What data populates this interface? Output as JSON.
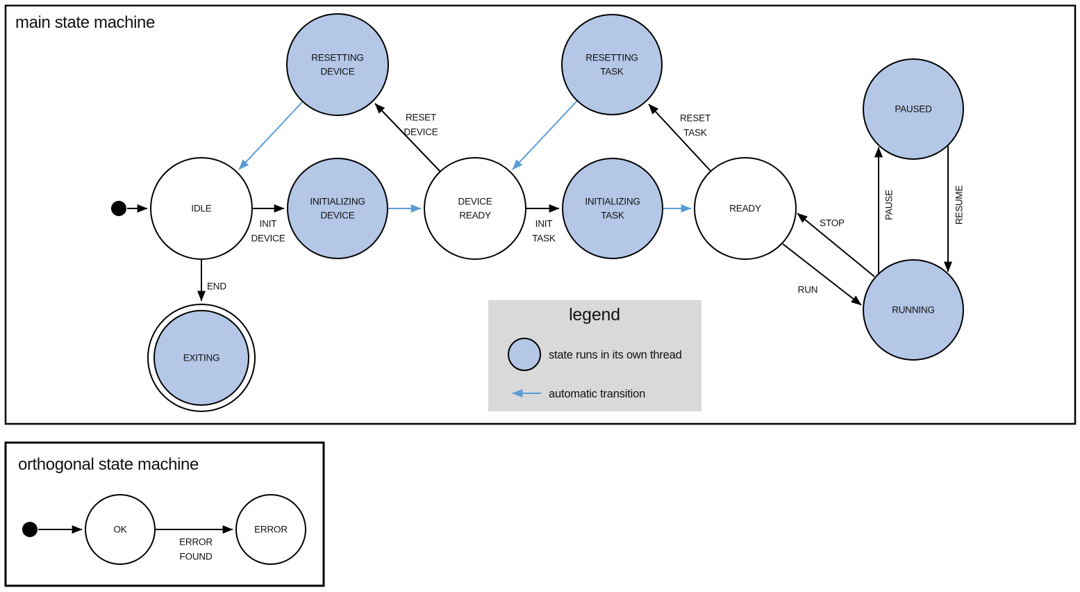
{
  "colors": {
    "thread_state_fill": "#b4c7e7",
    "automatic_transition": "#5b9bd5",
    "legend_background": "#d9d9d9",
    "stroke": "#000000",
    "normal_state_fill": "#ffffff"
  },
  "main": {
    "title": "main state machine",
    "states": [
      {
        "id": "idle",
        "label": "IDLE",
        "lines": [
          "IDLE"
        ],
        "threaded": false,
        "type": "normal"
      },
      {
        "id": "resetting-device",
        "label": "RESETTING DEVICE",
        "lines": [
          "RESETTING",
          "DEVICE"
        ],
        "threaded": true,
        "type": "normal"
      },
      {
        "id": "initializing-device",
        "label": "INITIALIZING DEVICE",
        "lines": [
          "INITIALIZING",
          "DEVICE"
        ],
        "threaded": true,
        "type": "normal"
      },
      {
        "id": "device-ready",
        "label": "DEVICE READY",
        "lines": [
          "DEVICE",
          "READY"
        ],
        "threaded": false,
        "type": "normal"
      },
      {
        "id": "resetting-task",
        "label": "RESETTING TASK",
        "lines": [
          "RESETTING",
          "TASK"
        ],
        "threaded": true,
        "type": "normal"
      },
      {
        "id": "initializing-task",
        "label": "INITIALIZING TASK",
        "lines": [
          "INITIALIZING",
          "TASK"
        ],
        "threaded": true,
        "type": "normal"
      },
      {
        "id": "ready",
        "label": "READY",
        "lines": [
          "READY"
        ],
        "threaded": false,
        "type": "normal"
      },
      {
        "id": "paused",
        "label": "PAUSED",
        "lines": [
          "PAUSED"
        ],
        "threaded": true,
        "type": "normal"
      },
      {
        "id": "running",
        "label": "RUNNING",
        "lines": [
          "RUNNING"
        ],
        "threaded": true,
        "type": "normal"
      },
      {
        "id": "exiting",
        "label": "EXITING",
        "lines": [
          "EXITING"
        ],
        "threaded": true,
        "type": "final"
      }
    ],
    "transitions": [
      {
        "from": "start",
        "to": "idle",
        "trigger": "",
        "automatic": false
      },
      {
        "from": "idle",
        "to": "initializing-device",
        "trigger": "INIT DEVICE",
        "lines": [
          "INIT",
          "DEVICE"
        ],
        "automatic": false
      },
      {
        "from": "initializing-device",
        "to": "device-ready",
        "trigger": "",
        "automatic": true
      },
      {
        "from": "device-ready",
        "to": "resetting-device",
        "trigger": "RESET DEVICE",
        "lines": [
          "RESET",
          "DEVICE"
        ],
        "automatic": false
      },
      {
        "from": "resetting-device",
        "to": "idle",
        "trigger": "",
        "automatic": true
      },
      {
        "from": "device-ready",
        "to": "initializing-task",
        "trigger": "INIT TASK",
        "lines": [
          "INIT",
          "TASK"
        ],
        "automatic": false
      },
      {
        "from": "initializing-task",
        "to": "ready",
        "trigger": "",
        "automatic": true
      },
      {
        "from": "ready",
        "to": "resetting-task",
        "trigger": "RESET TASK",
        "lines": [
          "RESET",
          "TASK"
        ],
        "automatic": false
      },
      {
        "from": "resetting-task",
        "to": "device-ready",
        "trigger": "",
        "automatic": true
      },
      {
        "from": "ready",
        "to": "running",
        "trigger": "RUN",
        "lines": [
          "RUN"
        ],
        "automatic": false
      },
      {
        "from": "running",
        "to": "ready",
        "trigger": "STOP",
        "lines": [
          "STOP"
        ],
        "automatic": false
      },
      {
        "from": "running",
        "to": "paused",
        "trigger": "PAUSE",
        "lines": [
          "PAUSE"
        ],
        "automatic": false,
        "label_rotated": true
      },
      {
        "from": "paused",
        "to": "running",
        "trigger": "RESUME",
        "lines": [
          "RESUME"
        ],
        "automatic": false,
        "label_rotated": true
      },
      {
        "from": "idle",
        "to": "exiting",
        "trigger": "END",
        "lines": [
          "END"
        ],
        "automatic": false
      }
    ]
  },
  "legend": {
    "title": "legend",
    "items": [
      {
        "symbol": "thread-state-circle",
        "label": "state runs in its own thread"
      },
      {
        "symbol": "automatic-transition-arrow",
        "label": "automatic transition"
      }
    ]
  },
  "orthogonal": {
    "title": "orthogonal state machine",
    "states": [
      {
        "id": "ok",
        "label": "OK",
        "lines": [
          "OK"
        ],
        "threaded": false,
        "type": "normal"
      },
      {
        "id": "error",
        "label": "ERROR",
        "lines": [
          "ERROR"
        ],
        "threaded": false,
        "type": "normal"
      }
    ],
    "transitions": [
      {
        "from": "start",
        "to": "ok",
        "trigger": "",
        "automatic": false
      },
      {
        "from": "ok",
        "to": "error",
        "trigger": "ERROR FOUND",
        "lines": [
          "ERROR",
          "FOUND"
        ],
        "automatic": false
      }
    ]
  }
}
